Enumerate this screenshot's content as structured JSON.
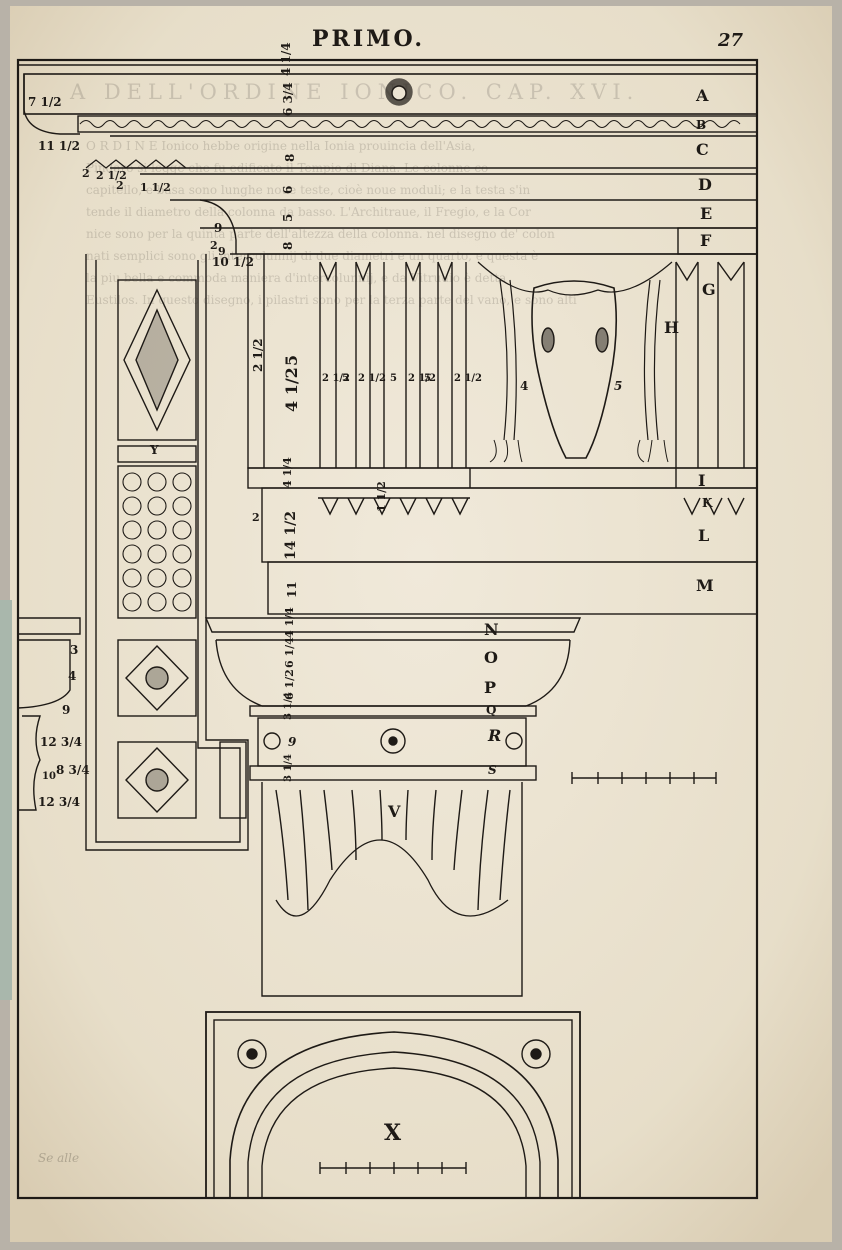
{
  "page": {
    "running_head": "PRIMO.",
    "page_number": "27",
    "faint_heading": "A DELL'ORDINE IONICO. CAP. XVI.",
    "faint_body_lines": [
      "O R D I N E Ionico hebbe origine nella Ionia prouincia dell'Asia,",
      "Pindaro si legge che fu edificato il Tempio di Diana. Le colonne co",
      "capitello, e basa sono lunghe noue teste, cioè noue moduli; e la testa s'in",
      "tende il diametro della colonna da basso. L'Architraue, il Fregio, e la Cor",
      "nice sono per la quinta parte dell'altezza della colonna. nel disegno de' colon",
      "nati semplici sono gli intercolunnij di due diametri e un quarto, e questa è",
      "la piu bella e commoda maniera d'intercolunnij, e da Vitruuio è detta",
      "Eustilos. In questo disegno, i pilastri sono per la terza parte del vano, e sono alti"
    ],
    "faint_footer": "Se alle"
  },
  "labels": {
    "right_column": [
      "A",
      "B",
      "C",
      "D",
      "E",
      "F",
      "G",
      "H",
      "I",
      "K",
      "L",
      "M"
    ],
    "capital": [
      "N",
      "O",
      "P",
      "Q",
      "R",
      "S",
      "V"
    ],
    "pilaster": "Y",
    "arch": "X"
  },
  "measurements": {
    "left_cornice": [
      "7 1/2",
      "11 1/2",
      "2",
      "2 1/2",
      "2",
      "1 1/2",
      "2"
    ],
    "cornice_vertical": [
      "4 1/4",
      "6 3/4",
      "8",
      "9",
      "6",
      "5",
      "8",
      "9",
      "10 1/2"
    ],
    "frieze": [
      "2 1/2",
      "4 1/2",
      "5"
    ],
    "frieze_between": [
      "2 1/2",
      "5",
      "2 1/2",
      "5",
      "2 1/2",
      "5",
      "2 1/2"
    ],
    "skull_frieze": [
      "4",
      "5"
    ],
    "architrave": [
      "4 1/4",
      "2",
      "1 1/2",
      "14 1/2",
      "11"
    ],
    "capital": [
      "4 1/4",
      "6 1/4",
      "6 1/2",
      "3 1/4",
      "9",
      "3 1/4"
    ],
    "small_capital": [
      "3",
      "4",
      "9",
      "12 3/4",
      "10",
      "8 3/4",
      "12 3/4"
    ]
  },
  "palette": {
    "paper": "#ece4d3",
    "ink": "#1e1a16",
    "board": "#b8b2a8"
  }
}
